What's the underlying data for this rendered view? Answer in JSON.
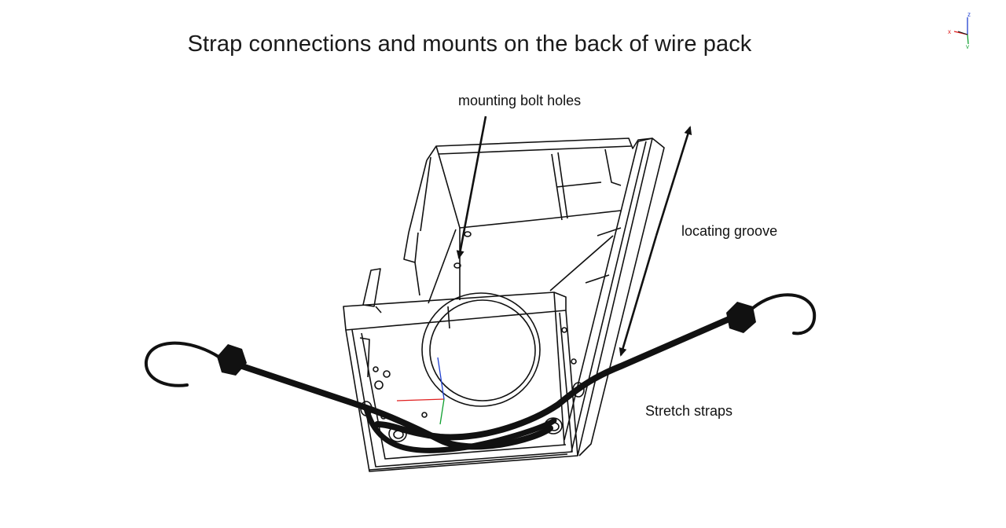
{
  "title": "Strap connections and mounts on the back of wire pack",
  "labels": {
    "mounting_bolt_holes": "mounting bolt holes",
    "locating_groove": "locating groove",
    "stretch_straps": "Stretch straps"
  },
  "axis_triad": {
    "x": "x",
    "y": "y",
    "z": "z"
  },
  "colors": {
    "line": "#111111",
    "axis_x": "#e02020",
    "axis_y": "#10a030",
    "axis_z": "#2040d0"
  }
}
